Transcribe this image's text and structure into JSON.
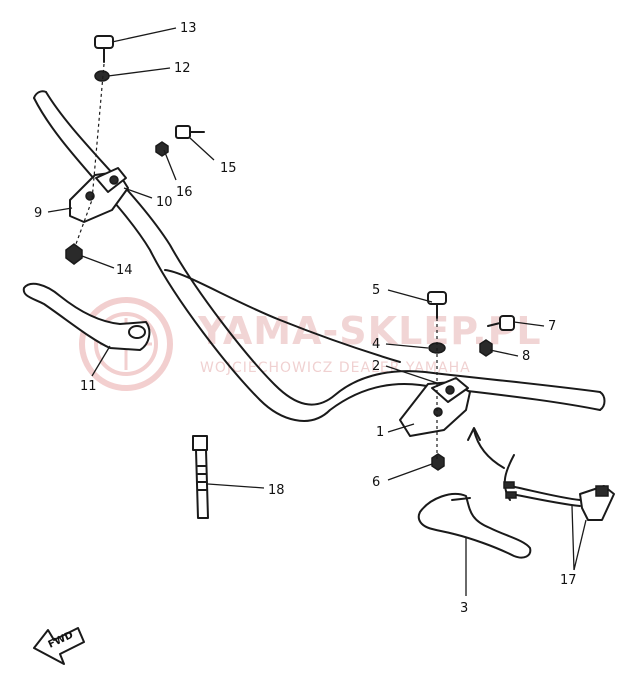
{
  "watermark": {
    "main": "YAMA-SKLEP.PL",
    "sub": "WOJCIECHOWICZ DEALER YAMAHA"
  },
  "fwd_label": "FWD",
  "callouts": [
    {
      "id": "1",
      "label": "1"
    },
    {
      "id": "2",
      "label": "2"
    },
    {
      "id": "3",
      "label": "3"
    },
    {
      "id": "4",
      "label": "4"
    },
    {
      "id": "5",
      "label": "5"
    },
    {
      "id": "6",
      "label": "6"
    },
    {
      "id": "7",
      "label": "7"
    },
    {
      "id": "8",
      "label": "8"
    },
    {
      "id": "9",
      "label": "9"
    },
    {
      "id": "10",
      "label": "10"
    },
    {
      "id": "11",
      "label": "11"
    },
    {
      "id": "12",
      "label": "12"
    },
    {
      "id": "13",
      "label": "13"
    },
    {
      "id": "14",
      "label": "14"
    },
    {
      "id": "15",
      "label": "15"
    },
    {
      "id": "16",
      "label": "16"
    },
    {
      "id": "17",
      "label": "17"
    },
    {
      "id": "18",
      "label": "18"
    }
  ]
}
